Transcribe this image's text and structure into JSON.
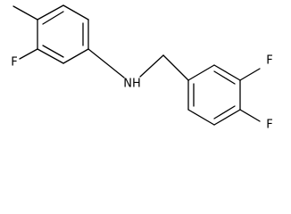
{
  "molecule": {
    "atoms": {
      "left_fluorine": "F",
      "amine": "NH",
      "right_fluorine_top": "F",
      "right_fluorine_bottom": "F"
    },
    "colors": {
      "bond": "#000000",
      "label": "#000000",
      "background": "#ffffff"
    }
  }
}
